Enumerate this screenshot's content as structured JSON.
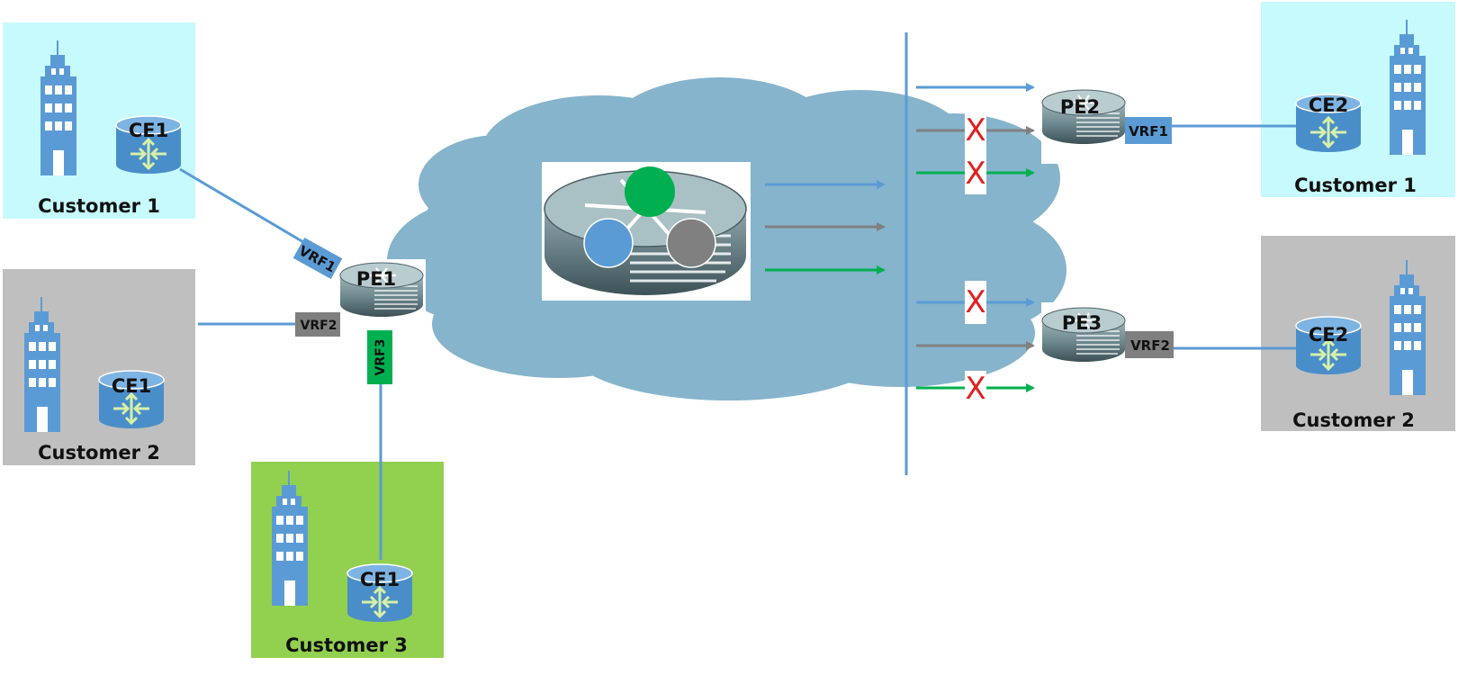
{
  "left": {
    "site_customer1": {
      "label": "Customer 1",
      "ce": "CE1",
      "color": "#c6fafc"
    },
    "site_customer2": {
      "label": "Customer 2",
      "ce": "CE1",
      "color": "#bfbfbf"
    },
    "site_customer3": {
      "label": "Customer 3",
      "ce": "CE1",
      "color": "#92d050"
    },
    "pe": "PE1",
    "vrf1": "VRF1",
    "vrf2": "VRF2",
    "vrf3": "VRF3"
  },
  "right": {
    "site_customer1": {
      "label": "Customer 1",
      "ce": "CE2",
      "color": "#c6fafc"
    },
    "site_customer2": {
      "label": "Customer 2",
      "ce": "CE2",
      "color": "#bfbfbf"
    },
    "pe2": "PE2",
    "pe3": "PE3",
    "vrf1": "VRF1",
    "vrf2": "VRF2"
  },
  "blocked_mark": "X",
  "colors": {
    "vrf1_blue": "#5b9bd5",
    "vrf2_gray": "#808080",
    "vrf3_green": "#00b050",
    "cloud": "#86b4cc",
    "blocked_red": "#e02020"
  },
  "icons": {
    "building": "building-icon",
    "ce_router": "ce-router-icon",
    "pe_router": "pe-router-icon",
    "cloud": "cloud-icon"
  }
}
